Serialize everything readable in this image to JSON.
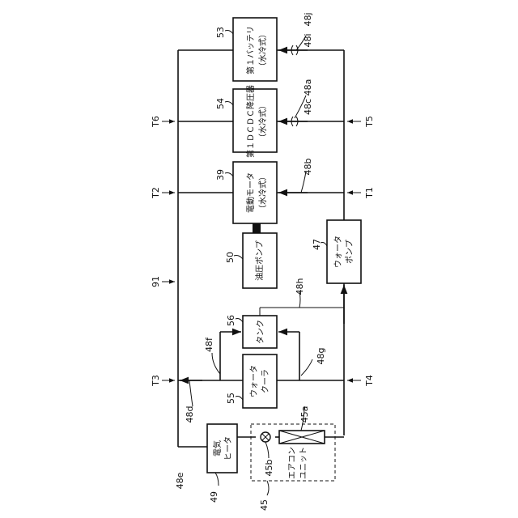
{
  "components": {
    "battery": {
      "ref": "53",
      "name": "第１バッテリ",
      "sub": "（水冷式）"
    },
    "dcdc": {
      "ref": "54",
      "name": "第１ＤＣＤＣ降圧器",
      "sub": "（水冷式）"
    },
    "motor": {
      "ref": "39",
      "name": "電動モータ",
      "sub": "（水冷式）"
    },
    "oil_pump": {
      "ref": "50",
      "name": "油圧ポンプ"
    },
    "water_pump": {
      "ref": "47",
      "name": "ウォータ",
      "sub": "ポンプ"
    },
    "tank": {
      "ref": "56",
      "name": "タンク"
    },
    "water_cooler": {
      "ref": "55",
      "name": "ウォータ",
      "sub": "クーラ"
    },
    "heater": {
      "ref": "49",
      "name": "電気",
      "sub": "ヒータ"
    },
    "aircon": {
      "ref": "45",
      "name": "エアコン",
      "sub": "ユニット",
      "exchanger_ref": "45a",
      "valve_ref": "45b"
    }
  },
  "pipes": [
    "48a",
    "48b",
    "48c",
    "48d",
    "48e",
    "48f",
    "48g",
    "48h",
    "48i",
    "48j"
  ],
  "temps": [
    "T1",
    "T2",
    "T3",
    "T4",
    "T5",
    "T6"
  ],
  "circuit_ref": "91"
}
